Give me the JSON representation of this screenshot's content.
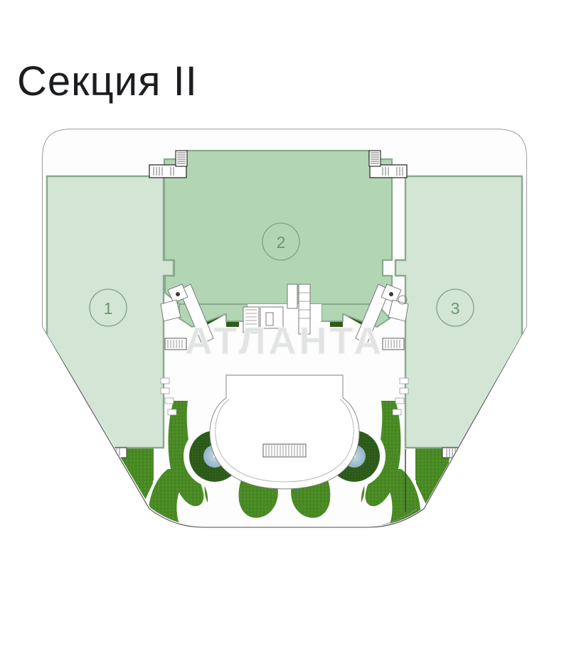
{
  "page": {
    "title": "Секция II",
    "background_color": "#ffffff"
  },
  "watermark": {
    "text": "АТЛАНТА"
  },
  "plan": {
    "type": "site-plan",
    "description": "Residential complex site plan, Section II",
    "blocks": [
      {
        "id": "block-1",
        "label": "1",
        "fill": "#d3e6d6",
        "stroke": "#8aa98d",
        "position": "left"
      },
      {
        "id": "block-2",
        "label": "2",
        "fill": "#b2d6b4",
        "stroke": "#8aa98d",
        "position": "center-top"
      },
      {
        "id": "block-3",
        "label": "3",
        "fill": "#d3e6d6",
        "stroke": "#8aa98d",
        "position": "right"
      }
    ],
    "landscape": {
      "lawn_color": "#4a8b25",
      "hedge_color": "#2d5c1a",
      "fountain_water_color": "#a8c4d4",
      "paving_color": "#ffffff",
      "boundary_stroke": "#3a3a3a"
    },
    "features": [
      {
        "name": "fountain-left",
        "type": "fountain"
      },
      {
        "name": "fountain-right",
        "type": "fountain"
      },
      {
        "name": "central-plaza",
        "type": "plaza"
      },
      {
        "name": "entrance-stair-top-left",
        "type": "stair"
      },
      {
        "name": "entrance-stair-top-right",
        "type": "stair"
      },
      {
        "name": "ramp-bottom-center",
        "type": "ramp"
      },
      {
        "name": "stair-bottom-left",
        "type": "stair"
      },
      {
        "name": "stair-bottom-right",
        "type": "stair"
      }
    ]
  }
}
